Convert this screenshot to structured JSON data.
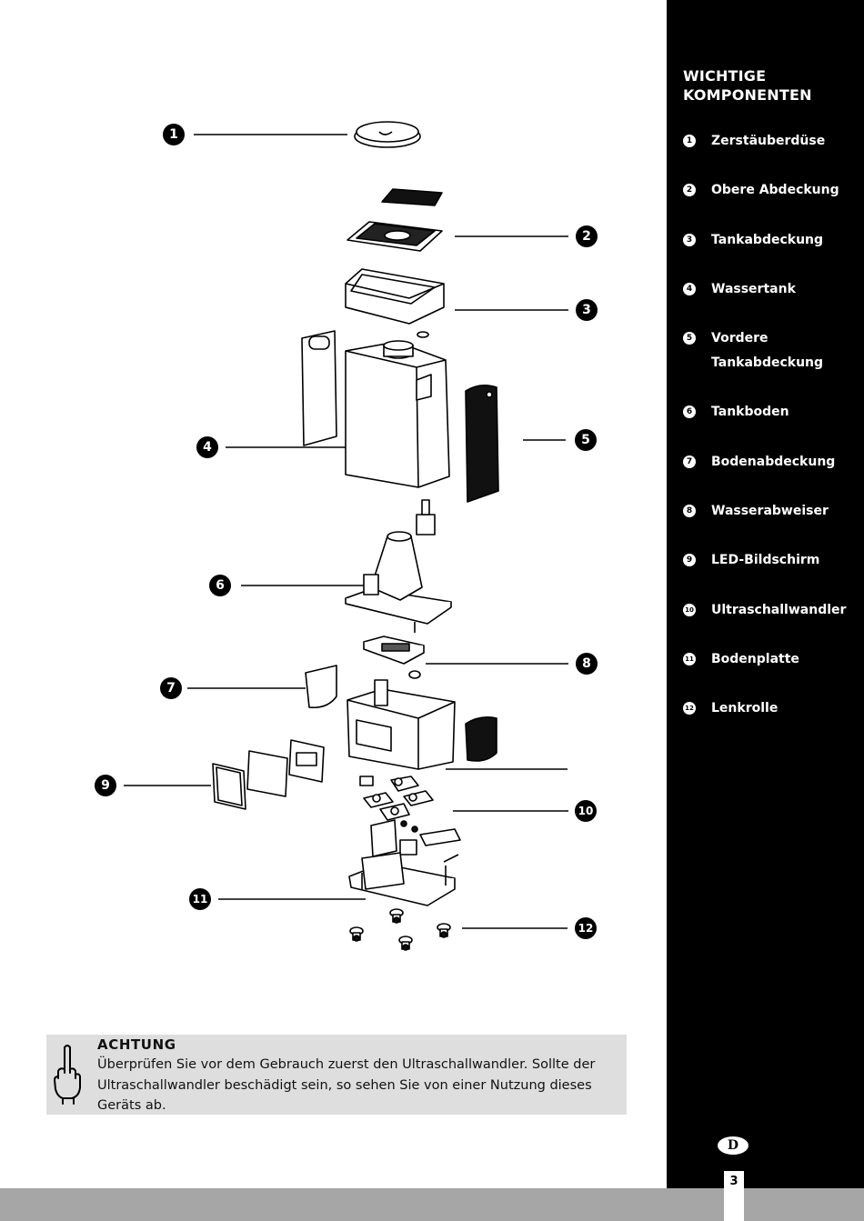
{
  "sidebar": {
    "title": "WICHTIGE KOMPONENTEN",
    "items": [
      {
        "num": "1",
        "label": "Zerstäuberdüse"
      },
      {
        "num": "2",
        "label": "Obere Abdeckung"
      },
      {
        "num": "3",
        "label": "Tankabdeckung"
      },
      {
        "num": "4",
        "label": "Wassertank"
      },
      {
        "num": "5",
        "label": "Vordere Tankabdeckung"
      },
      {
        "num": "6",
        "label": "Tankboden"
      },
      {
        "num": "7",
        "label": "Bodenabdeckung"
      },
      {
        "num": "8",
        "label": "Wasserabweiser"
      },
      {
        "num": "9",
        "label": "LED-Bildschirm"
      },
      {
        "num": "10",
        "label": "Ultraschallwandler"
      },
      {
        "num": "11",
        "label": "Bodenplatte"
      },
      {
        "num": "12",
        "label": "Lenkrolle"
      }
    ]
  },
  "callouts": [
    "1",
    "2",
    "3",
    "4",
    "5",
    "6",
    "7",
    "8",
    "9",
    "10",
    "11",
    "12"
  ],
  "warning": {
    "title": "ACHTUNG",
    "text": "Überprüfen Sie vor dem Gebrauch zuerst den Ultraschallwandler. Sollte der Ultraschallwandler beschädigt sein, so sehen Sie von einer Nutzung dieses Geräts ab.",
    "icon": "pointing-hand-icon"
  },
  "footer": {
    "language": "D",
    "page_number": "3"
  }
}
